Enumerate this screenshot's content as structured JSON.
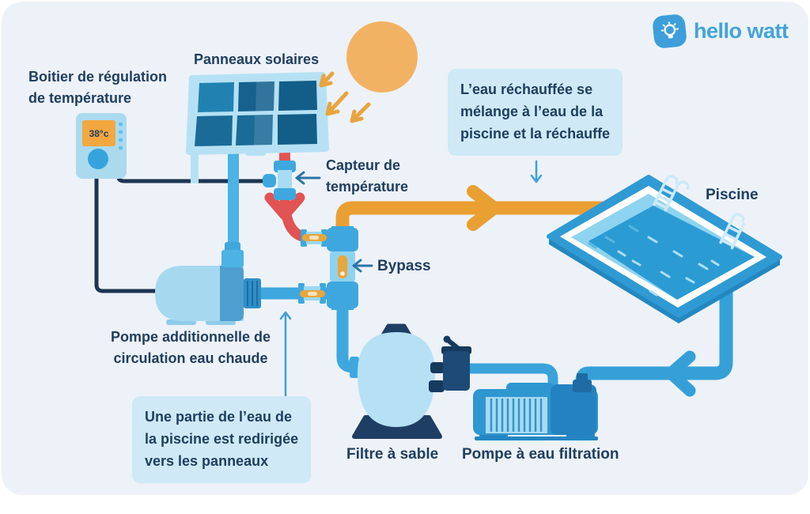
{
  "logo": {
    "brand": "hello watt",
    "icon": "lightbulb-icon"
  },
  "colors": {
    "background": "#edf2f8",
    "text_navy": "#1f3e60",
    "pipe_blue": "#3ea8de",
    "panel_feed_blue": "#4db2e4",
    "hot_pipe_red": "#e25353",
    "warm_pipe_orange": "#ea9f33",
    "sun_orange": "#f2b264",
    "callout_background": "#cfe9f6",
    "brand_blue": "#42a3db"
  },
  "thermostat": {
    "label": "Boitier de régulation\nde température",
    "reading": "38°c"
  },
  "solar_panels": {
    "label": "Panneaux solaires"
  },
  "temperature_sensor": {
    "label": "Capteur de\ntempérature"
  },
  "bypass": {
    "label": "Bypass"
  },
  "pool": {
    "label": "Piscine"
  },
  "additional_pump": {
    "label": "Pompe additionnelle de\ncirculation eau chaude"
  },
  "sand_filter": {
    "label": "Filtre à sable"
  },
  "filtration_pump": {
    "label": "Pompe à eau filtration"
  },
  "callouts": {
    "heated_water": "L’eau réchauffée se\nmélange à l’eau de la\npiscine et la réchauffe",
    "redirected_water": "Une partie de l’eau de\nla piscine est redirigée\nvers les panneaux"
  }
}
